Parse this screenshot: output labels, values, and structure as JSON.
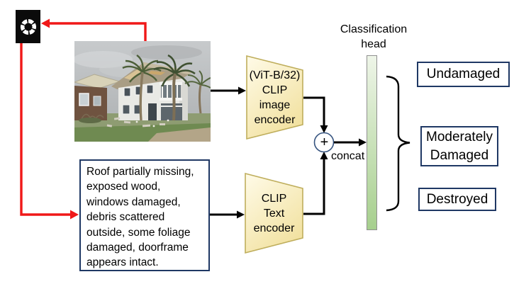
{
  "icons": {
    "logo": "openai-logo",
    "photo": "damaged-house-photo",
    "concat_node": "plus-circle"
  },
  "colors": {
    "arrow_red": "#f01818",
    "arrow_black": "#000000",
    "box_border_navy": "#1f3864",
    "encoder_fill_light": "#fffbe8",
    "encoder_fill_dark": "#f2e2a2",
    "encoder_border": "#bfae5c",
    "head_fill_top": "#eef5e8",
    "head_fill_bottom": "#a6cf8d",
    "logo_background": "#0b0b0b"
  },
  "caption_box": {
    "lines": [
      "Roof partially missing,",
      "exposed wood,",
      "windows damaged,",
      "debris scattered",
      "outside, some foliage",
      "damaged, doorframe",
      "appears intact."
    ]
  },
  "image_encoder": {
    "lines": [
      "(ViT-B/32)",
      "CLIP",
      "image",
      "encoder"
    ]
  },
  "text_encoder": {
    "lines": [
      "CLIP",
      "Text",
      "encoder"
    ]
  },
  "concat": {
    "symbol": "+",
    "label": "concat"
  },
  "classification_head": {
    "line1": "Classification",
    "line2": "head"
  },
  "classes": [
    "Undamaged",
    "Moderately Damaged",
    "Destroyed"
  ]
}
